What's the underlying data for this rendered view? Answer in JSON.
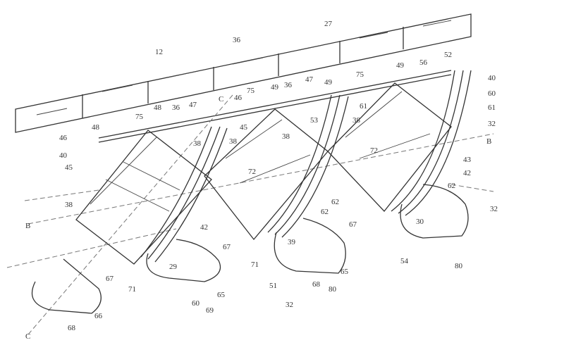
{
  "figure": {
    "title": "Patent drawing: angled seating arrangement",
    "labels": [
      "12",
      "36",
      "27",
      "49",
      "56",
      "52",
      "40",
      "60",
      "61",
      "32",
      "B",
      "43",
      "42",
      "62",
      "32",
      "30",
      "54",
      "80",
      "47",
      "49",
      "75",
      "36",
      "61",
      "53",
      "38",
      "38",
      "72",
      "48",
      "36",
      "47",
      "C",
      "46",
      "75",
      "49",
      "75",
      "48",
      "46",
      "40",
      "45",
      "38",
      "38",
      "45",
      "72",
      "38",
      "B",
      "42",
      "67",
      "29",
      "67",
      "71",
      "60",
      "69",
      "65",
      "66",
      "68",
      "C",
      "71",
      "51",
      "39",
      "62",
      "62",
      "67",
      "65",
      "68",
      "80",
      "32"
    ]
  }
}
